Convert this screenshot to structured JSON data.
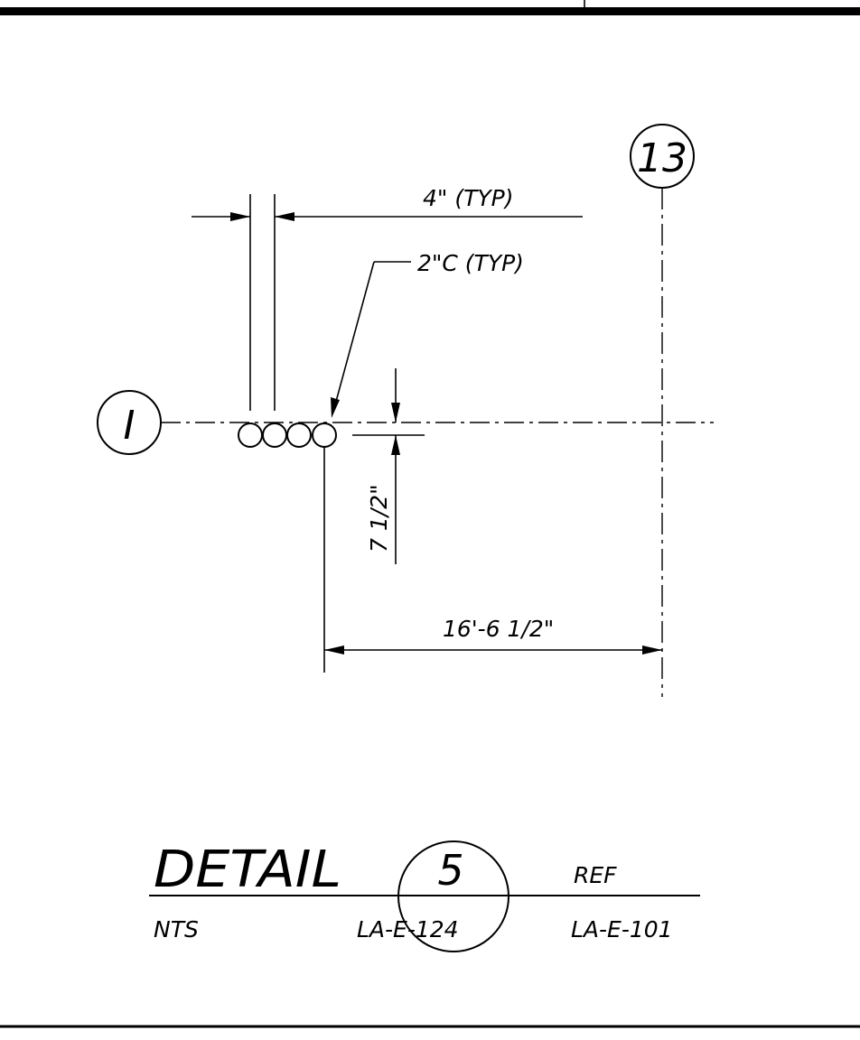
{
  "drawing": {
    "grid_markers": {
      "vertical": "13",
      "horizontal": "I"
    },
    "dimensions": {
      "conduit_spacing": "4\" (TYP)",
      "conduit_label": "2\"C (TYP)",
      "offset_from_gridline": "7 1/2\"",
      "distance_to_gridline": "16'-6 1/2\""
    },
    "conduit_count": 4,
    "title_block": {
      "title": "DETAIL",
      "detail_number": "5",
      "scale": "NTS",
      "sheet": "LA-E-124",
      "ref_label": "REF",
      "ref_sheet": "LA-E-101"
    }
  }
}
